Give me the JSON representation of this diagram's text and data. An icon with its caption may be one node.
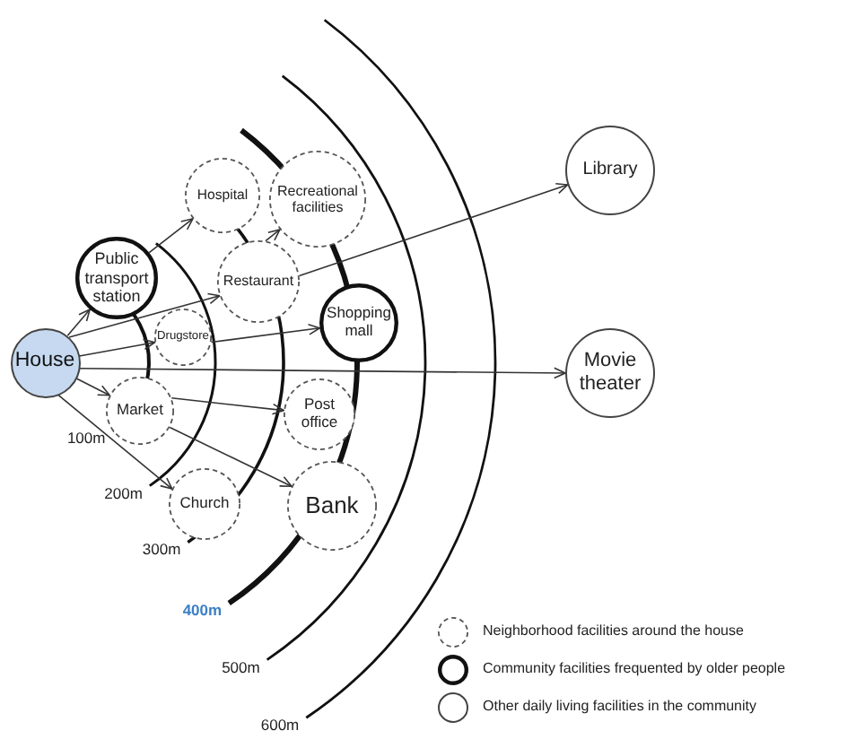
{
  "diagram": {
    "nodes": [
      {
        "text": [
          "House"
        ]
      },
      {
        "text": [
          "Public transport station"
        ]
      },
      {
        "text": [
          "Hospital"
        ]
      },
      {
        "text": [
          "Recreational facilities"
        ]
      },
      {
        "text": [
          "Restaurant"
        ]
      },
      {
        "text": [
          "Drugstore"
        ]
      },
      {
        "text": [
          "Shopping mall"
        ]
      },
      {
        "text": [
          "Market"
        ]
      },
      {
        "text": [
          "Post office"
        ]
      },
      {
        "text": [
          "Church"
        ]
      },
      {
        "text": [
          "Bank"
        ]
      },
      {
        "text": [
          "Library"
        ]
      },
      {
        "text": [
          "Movie theater"
        ]
      }
    ],
    "edges": [
      {
        "from": 0,
        "to": 1,
        "arrow": "to"
      },
      {
        "from": 1,
        "to": 2,
        "arrow": "to"
      },
      {
        "from": 0,
        "to": 4,
        "arrow": "to"
      },
      {
        "from": 4,
        "to": 3,
        "arrow": "to"
      },
      {
        "from": 4,
        "to": 11,
        "arrow": "to"
      },
      {
        "from": 0,
        "to": 5,
        "arrow": "to"
      },
      {
        "from": 5,
        "to": 6,
        "arrow": "to"
      },
      {
        "from": 0,
        "to": 12,
        "arrow": "to"
      },
      {
        "from": 0,
        "to": 7,
        "arrow": "to"
      },
      {
        "from": 7,
        "to": 8,
        "arrow": "to"
      },
      {
        "from": 7,
        "to": 10,
        "arrow": "to"
      },
      {
        "from": 0,
        "to": 9,
        "arrow": "to"
      }
    ],
    "labels": [
      "100m",
      "200m",
      "300m",
      "400m",
      "500m",
      "600m"
    ],
    "legend": [
      {
        "text": "Neighborhood facilities around the house"
      },
      {
        "text": "Community facilities frequented by older people"
      },
      {
        "text": "Other daily living facilities in the community"
      }
    ]
  }
}
